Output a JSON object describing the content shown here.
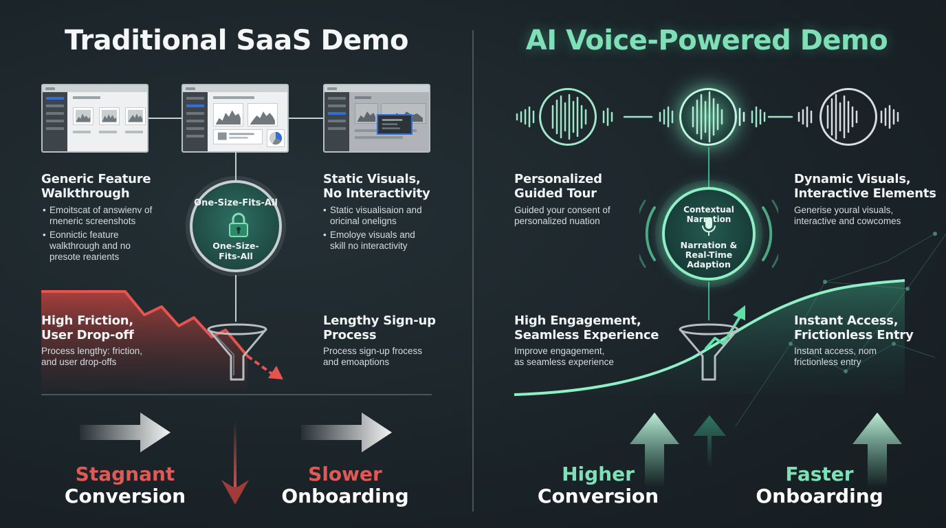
{
  "left": {
    "title": "Traditional SaaS Demo",
    "features": [
      {
        "heading": "Generic Feature\nWalkthrough",
        "bullets": [
          "Emoitscat of answienv of\nrneneric screenshots",
          "Eonnictic feature\nwalkthrough and no\npresote rearients"
        ]
      },
      {
        "heading": "Static Visuals,\nNo Interactivity",
        "bullets": [
          "Static visualisaion and\noricinal oneligns",
          "Emoloye visuals and\nskill no interactivity"
        ]
      }
    ],
    "badge": {
      "arc_text": "One-Size-Fits-All",
      "label": "One-Size-\nFits-All",
      "icon": "padlock-icon"
    },
    "friction": {
      "heading": "High Friction,\nUser Drop-off",
      "desc": "Process lengthy: friction,\nand user drop-offs"
    },
    "signup": {
      "heading": "Lengthy Sign-up\nProcess",
      "desc": "Process sign-up frocess\nand emoaptions"
    },
    "outcomes": [
      {
        "line1": "Stagnant",
        "line2": "Conversion"
      },
      {
        "line1": "Slower",
        "line2": "Onboarding"
      }
    ],
    "accent_color": "#e05a55"
  },
  "right": {
    "title": "AI Voice-Powered Demo",
    "features": [
      {
        "heading": "Personalized\nGuided Tour",
        "desc": "Guided your consent of\npersonalized nuation"
      },
      {
        "heading": "Dynamic Visuals,\nInteractive Elements",
        "desc": "Generise youral visuals,\ninteractive and cowcomes"
      }
    ],
    "badge": {
      "arc_text": "Contextual Narration",
      "label": "Narration &\nReal-Time\nAdaption",
      "icon": "microphone-icon"
    },
    "engagement": {
      "heading": "High Engagement,\nSeamless Experience",
      "desc": "Improve engagement,\nas seamless experience"
    },
    "access": {
      "heading": "Instant Access,\nFrictionless Entry",
      "desc": "Instant access, nom\nfrictionless entry"
    },
    "outcomes": [
      {
        "line1": "Higher",
        "line2": "Conversion"
      },
      {
        "line1": "Faster",
        "line2": "Onboarding"
      }
    ],
    "accent_color": "#7fe0b8"
  }
}
